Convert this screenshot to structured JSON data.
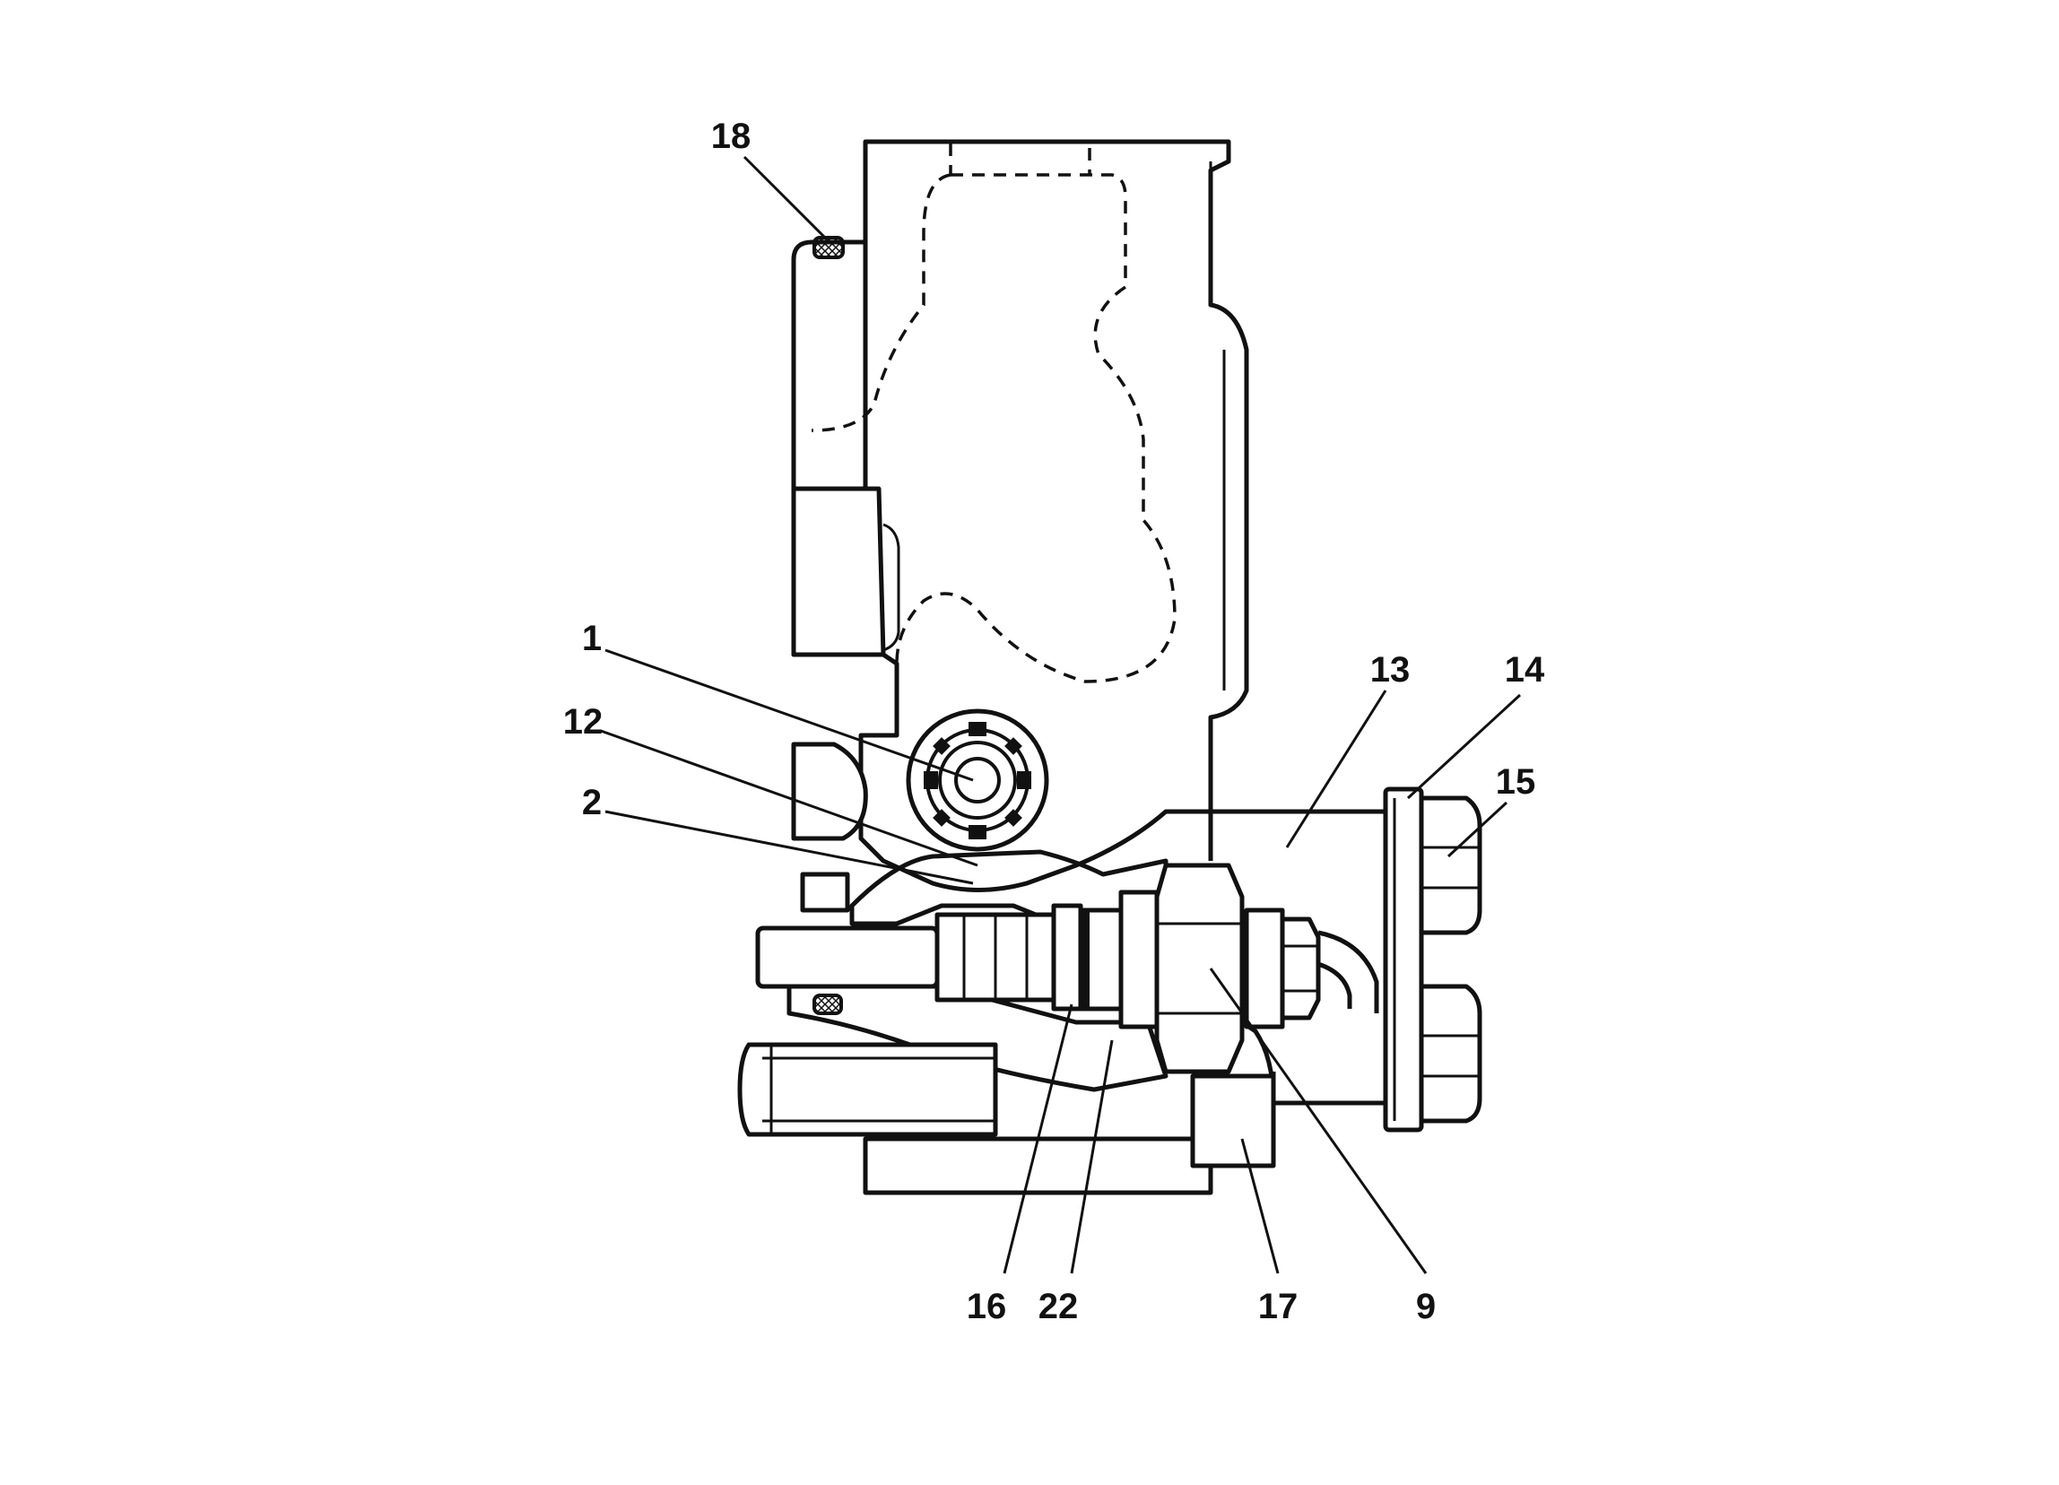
{
  "figure": {
    "colors": {
      "ink": "#111111",
      "paper": "#ffffff"
    },
    "callouts": [
      {
        "id": "18",
        "label": "18"
      },
      {
        "id": "1",
        "label": "1"
      },
      {
        "id": "12",
        "label": "12"
      },
      {
        "id": "2",
        "label": "2"
      },
      {
        "id": "13",
        "label": "13"
      },
      {
        "id": "14",
        "label": "14"
      },
      {
        "id": "15",
        "label": "15"
      },
      {
        "id": "16",
        "label": "16"
      },
      {
        "id": "22",
        "label": "22"
      },
      {
        "id": "17",
        "label": "17"
      },
      {
        "id": "9",
        "label": "9"
      }
    ]
  }
}
